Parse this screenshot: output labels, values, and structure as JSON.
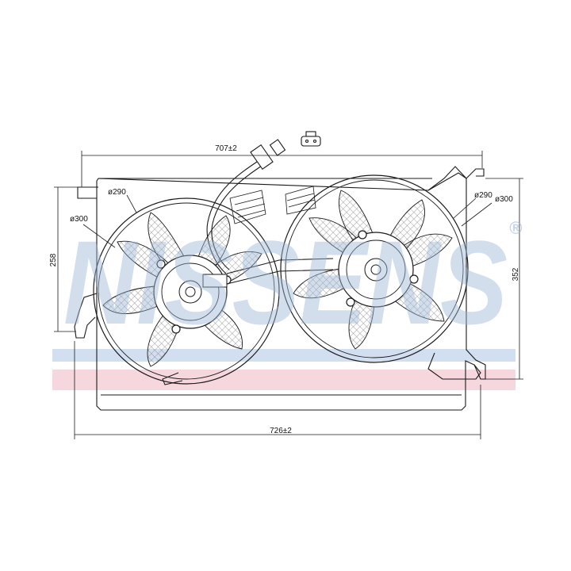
{
  "watermark": {
    "brand": "NISSENS",
    "registered_mark": "®",
    "color": "#9fb7d9",
    "band_top_color": "#c9d9ef",
    "band_bottom_color": "#f4c9d3"
  },
  "dimensions": {
    "top_width": "707±2",
    "bottom_width": "726±2",
    "left_height": "258",
    "right_height": "352",
    "left_fan_outer": "ø300",
    "left_fan_inner": "ø290",
    "right_fan_inner": "ø290",
    "right_fan_outer": "ø300"
  },
  "colors": {
    "line": "#1a1a1a",
    "mesh": "#8a8a8a"
  }
}
